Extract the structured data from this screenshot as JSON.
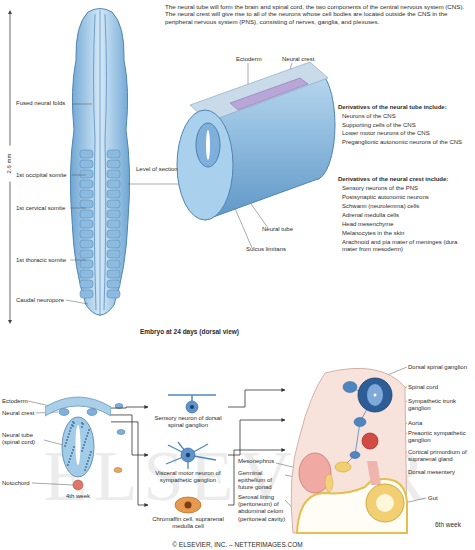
{
  "diagram": {
    "nodes": [
      {
        "text": [
          "4th week"
        ]
      },
      {
        "text": [
          "Sensory neuron of dorsal spinal ganglion"
        ]
      },
      {
        "text": [
          "Visceral motor neuron of sympathetic ganglion"
        ]
      },
      {
        "text": [
          "Chromaffin cell, suprarenal medulla cell"
        ]
      },
      {
        "text": [
          "6th week"
        ]
      }
    ],
    "edges": [
      {
        "from": 0,
        "to": 1,
        "arrow": "to"
      },
      {
        "from": 0,
        "to": 2,
        "arrow": "to"
      },
      {
        "from": 0,
        "to": 3,
        "arrow": "to"
      },
      {
        "from": 1,
        "to": 4,
        "arrow": "to"
      },
      {
        "from": 2,
        "to": 4,
        "arrow": "to"
      },
      {
        "from": 3,
        "to": 4,
        "arrow": "to"
      }
    ],
    "labels": [
      "The neural tube will form the brain and spinal cord, the two components of the central nervous system (CNS). The neural crest will give rise to all of the neurons whose cell bodies are located outside the CNS in the peripheral nervous system (PNS), consisting of nerves, ganglia, and plexuses.",
      "Fused neural folds",
      "1st occipital somite",
      "1st cervical somite",
      "1st thoracic somite",
      "Caudal neuropore",
      "2.6 mm",
      "Embryo at 24 days (dorsal view)",
      "Ectoderm",
      "Neural crest",
      "Level of section",
      "Neural tube",
      "Sulcus limitans",
      "Derivatives of the neural tube include:",
      "Neurons of the CNS",
      "Supporting cells of the CNS",
      "Lower motor neurons of the CNS",
      "Preganglionic autonomic neurons of the CNS",
      "Derivatives of the neural crest include:",
      "Sensory neurons of the PNS",
      "Postsynaptic autonomic neurons",
      "Schwann (neurolemma) cells",
      "Adrenal medulla cells",
      "Head mesenchyme",
      "Melanocytes in the skin",
      "Arachnoid and pia mater of meninges (dura mater from mesoderm)",
      "Ectoderm",
      "Neural crest",
      "Neural tube (spinal cord)",
      "Notochord",
      "Dorsal spinal ganglion",
      "Spinal cord",
      "Sympathetic trunk ganglion",
      "Aorta",
      "Preaortic sympathetic ganglion",
      "Cortical primordium of suprarenal gland",
      "Dorsal mesentery",
      "Gut",
      "Mesonephros",
      "Germinal epithelium of future gonad",
      "Serosal lining (peritoneum) of abdominal celom (peritoneal cavity)",
      "ELSEVIER",
      "© ELSEVIER, INC. – NETTERIMAGES.COM"
    ]
  }
}
